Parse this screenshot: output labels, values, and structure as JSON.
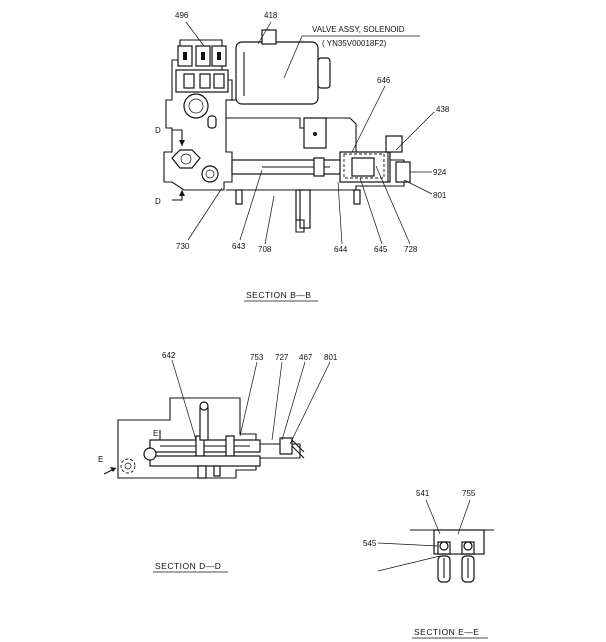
{
  "note": {
    "line1": "VALVE ASSY, SOLENOID",
    "line2": "( YN35V00018F2)"
  },
  "sections": {
    "bb": "SECTION  B—B",
    "dd": "SECTION  D—D",
    "ee": "SECTION  E—E"
  },
  "markers": {
    "d": "D",
    "e": "E"
  },
  "parts": {
    "p496": "496",
    "p418": "418",
    "p646": "646",
    "p438": "438",
    "p924": "924",
    "p801": "801",
    "p730": "730",
    "p643": "643",
    "p708": "708",
    "p644": "644",
    "p645": "645",
    "p728": "728",
    "p642": "642",
    "p753": "753",
    "p727": "727",
    "p467": "467",
    "p541": "541",
    "p755": "755",
    "p545": "545"
  }
}
